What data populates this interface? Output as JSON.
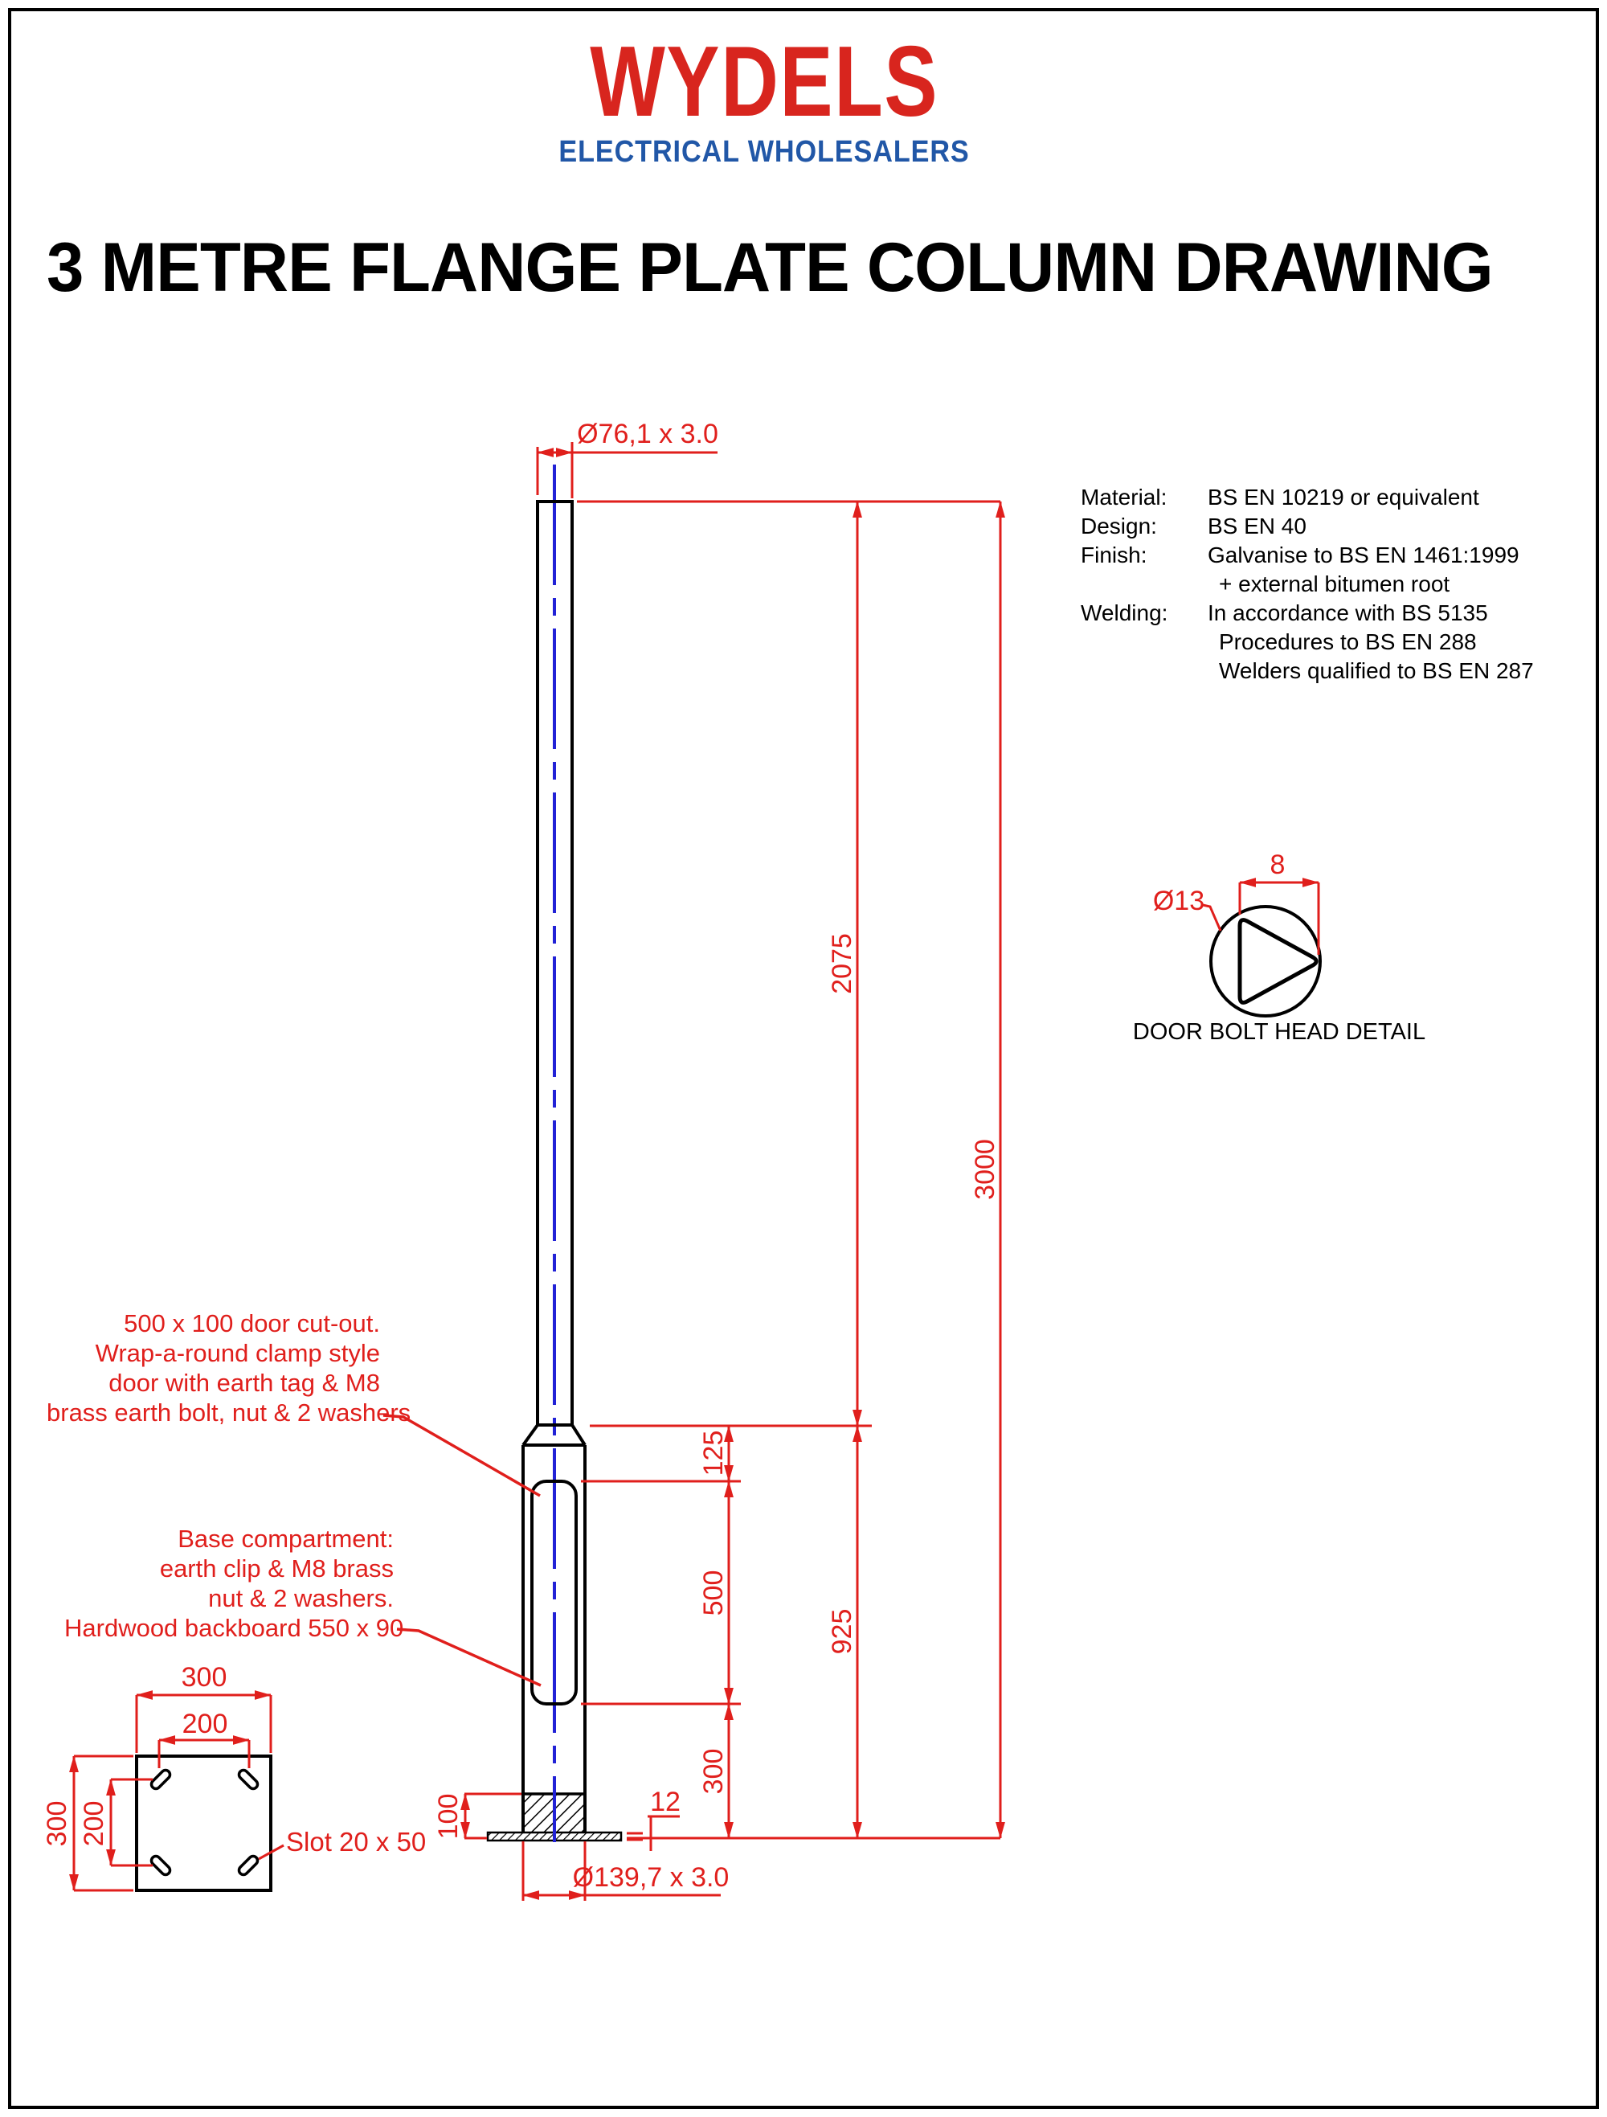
{
  "header": {
    "logo": "WYDELS",
    "subtitle": "ELECTRICAL WHOLESALERS",
    "title": "3 METRE FLANGE PLATE COLUMN DRAWING"
  },
  "specs": {
    "rows": [
      {
        "label": "Material:",
        "value": "BS EN 10219 or equivalent"
      },
      {
        "label": "Design:",
        "value": "BS EN 40"
      },
      {
        "label": "Finish:",
        "value": "Galvanise to BS EN 1461:1999"
      },
      {
        "label": "",
        "value": "+ external bitumen root"
      },
      {
        "label": "Welding:",
        "value": "In accordance with BS 5135"
      },
      {
        "label": "",
        "value": "Procedures to BS EN 288"
      },
      {
        "label": "",
        "value": "Welders qualified to BS EN 287"
      }
    ]
  },
  "column_dims": {
    "top_diameter": "Ø76,1  x 3.0",
    "dim_2075": "2075",
    "dim_3000": "3000",
    "dim_125": "125",
    "dim_500": "500",
    "dim_925": "925",
    "dim_300": "300",
    "dim_100": "100",
    "dim_12": "12",
    "bottom_diameter": "Ø139,7 x 3.0"
  },
  "bolt_detail": {
    "dim_8": "8",
    "dim_dia13": "Ø13",
    "caption": "DOOR BOLT HEAD DETAIL"
  },
  "base_plate": {
    "dim_width": "300",
    "dim_slot_spacing_h": "200",
    "dim_height": "300",
    "dim_slot_spacing_v": "200",
    "slot_label": "Slot 20 x 50"
  },
  "annotations": {
    "door": [
      "500 x 100 door cut-out.",
      "Wrap-a-round clamp style",
      "door with earth tag & M8",
      "brass earth bolt, nut & 2 washers"
    ],
    "base": [
      "Base compartment:",
      "earth clip & M8 brass",
      "nut & 2 washers.",
      "Hardwood backboard 550 x 90"
    ]
  },
  "colors": {
    "dimension_red": "#e01f1c",
    "centerline_blue": "#2222d6",
    "logo_red": "#d8251e",
    "logo_blue": "#2157a7",
    "linework_black": "#000000"
  }
}
